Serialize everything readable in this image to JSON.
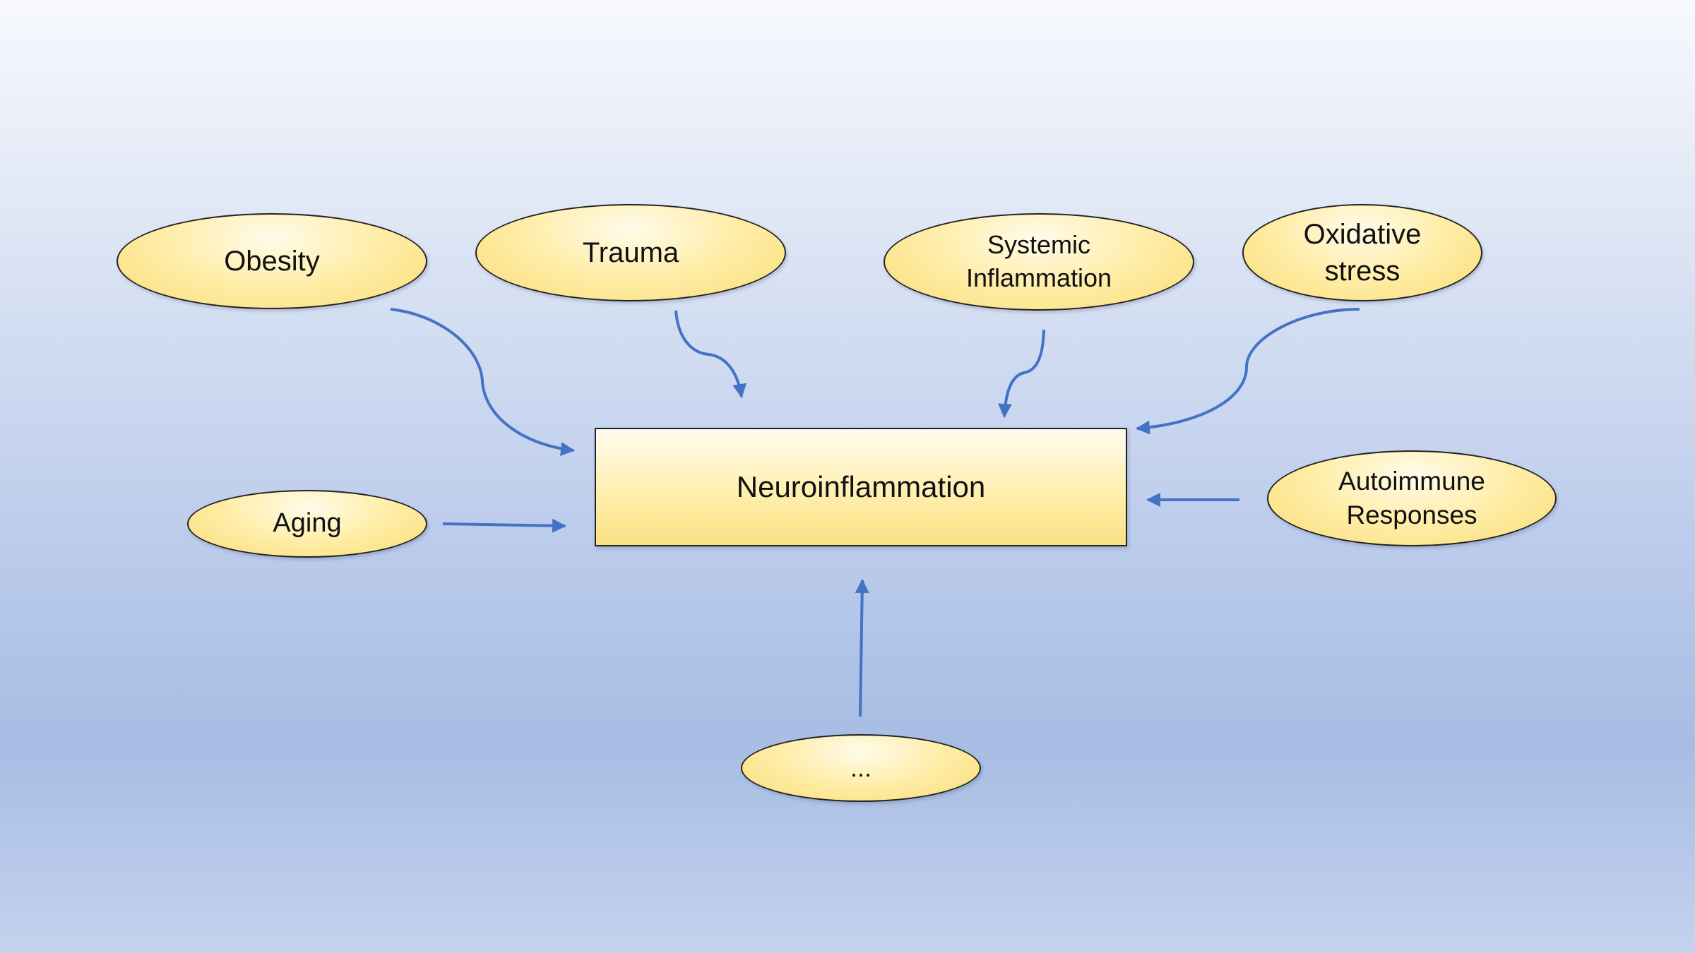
{
  "diagram": {
    "center": {
      "label": "Neuroinflammation"
    },
    "factors": [
      {
        "id": "obesity",
        "label": "Obesity"
      },
      {
        "id": "trauma",
        "label": "Trauma"
      },
      {
        "id": "systemic",
        "label": "Systemic\nInflammation"
      },
      {
        "id": "oxidative",
        "label": "Oxidative\nstress"
      },
      {
        "id": "aging",
        "label": "Aging"
      },
      {
        "id": "autoimmune",
        "label": "Autoimmune\nResponses"
      },
      {
        "id": "other",
        "label": "..."
      }
    ],
    "colors": {
      "arrow": "#4472c4",
      "node_fill": "#ffeda6",
      "node_border": "#222222"
    }
  }
}
